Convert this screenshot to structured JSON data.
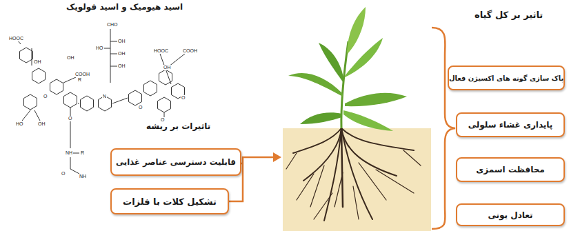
{
  "diagram": {
    "title": "اسید هیومیک و اسید فولویک",
    "nodes": [
      {
        "text": [
          "قابلیت دسترسی عناصر غذایی"
        ]
      },
      {
        "text": [
          "تشکیل کلات با فلزات"
        ]
      },
      {
        "text": [
          "پاک سازی گونه های اکسیژن فعال"
        ]
      },
      {
        "text": [
          "پایداری غشاء سلولی"
        ]
      },
      {
        "text": [
          "محافظت اسمزی"
        ]
      },
      {
        "text": [
          "تعادل یونی"
        ]
      }
    ],
    "labels": [
      "تاثیر بر کل گیاه",
      "تاثیرات بر ریشه",
      "HOOC",
      "OH",
      "OH",
      "HO",
      "OH",
      "COOH",
      "R",
      "O",
      "O",
      "CHO",
      "OH",
      "OH",
      "OH",
      "HO",
      "NH",
      "R",
      "O",
      "NH",
      "HOOC",
      "COOH",
      "OH",
      "O",
      "O",
      "N",
      "O"
    ]
  }
}
